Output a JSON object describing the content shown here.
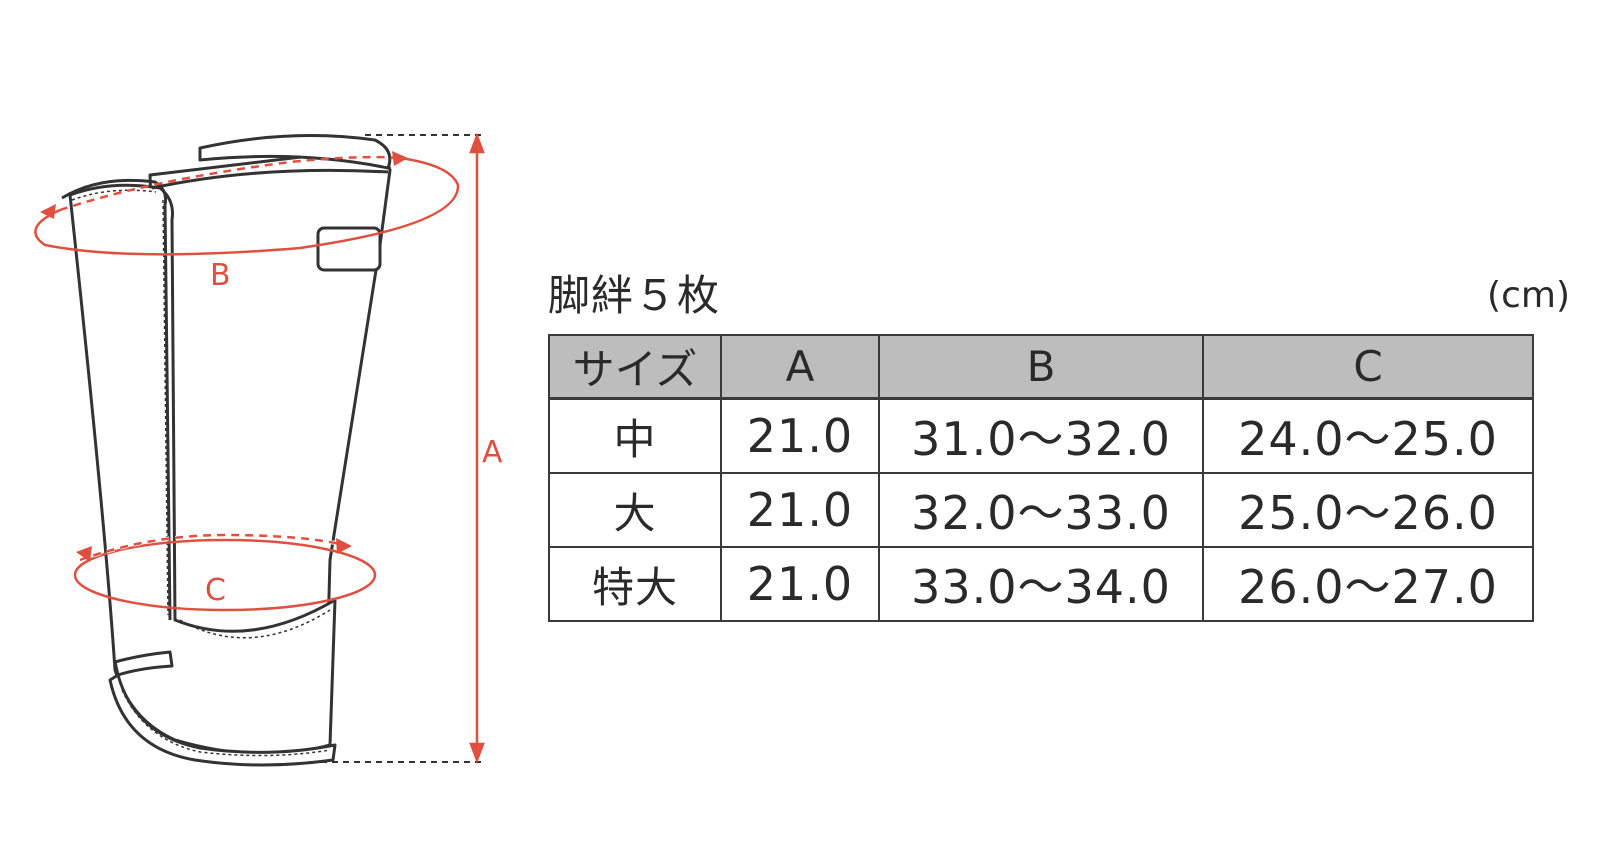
{
  "diagram": {
    "label_a": "A",
    "label_b": "B",
    "label_c": "C",
    "measure_color": "#e05040",
    "line_color": "#333333"
  },
  "table": {
    "title": "脚絆５枚",
    "unit": "(cm)",
    "headers": [
      "サイズ",
      "A",
      "B",
      "C"
    ],
    "rows": [
      {
        "size": "中",
        "a": "21.0",
        "b": "31.0〜32.0",
        "c": "24.0〜25.0"
      },
      {
        "size": "大",
        "a": "21.0",
        "b": "32.0〜33.0",
        "c": "25.0〜26.0"
      },
      {
        "size": "特大",
        "a": "21.0",
        "b": "33.0〜34.0",
        "c": "26.0〜27.0"
      }
    ],
    "header_bg": "#bdbdbd"
  }
}
